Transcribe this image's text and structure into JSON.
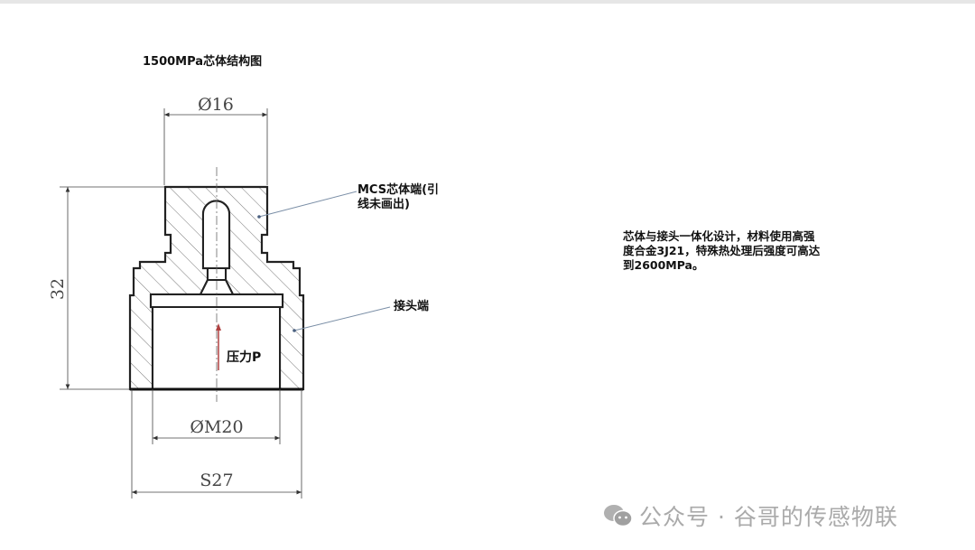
{
  "title": "1500MPa芯体结构图",
  "dimensions": {
    "top_diameter": "Ø16",
    "height": "32",
    "thread": "ØM20",
    "hex": "S27"
  },
  "labels": {
    "mcs_line1": "MCS芯体端(引",
    "mcs_line2": "线未画出)",
    "connector": "接头端",
    "pressure": "压力P"
  },
  "description": {
    "line1": "芯体与接头一体化设计，材料使用高强",
    "line2": "度合金3J21，特殊热处理后强度可高达",
    "line3": "到2600MPa。"
  },
  "watermark": {
    "text": "公众号 · 谷哥的传感物联",
    "icon": "wechat-icon"
  },
  "colors": {
    "line": "#222222",
    "leader": "#7a8ea6",
    "arrow": "#b04040",
    "watermark": "#aaaaaa"
  }
}
